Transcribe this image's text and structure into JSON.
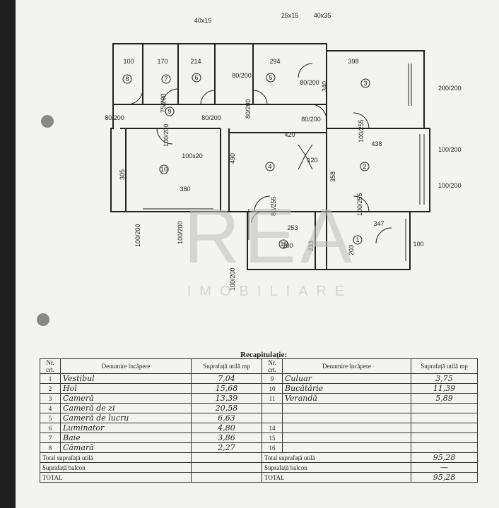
{
  "plan": {
    "room_numbers": {
      "1": "1",
      "2": "2",
      "3": "3",
      "4": "4",
      "5": "5",
      "6": "6",
      "7": "7",
      "8": "8",
      "9": "9",
      "10": "10",
      "11": "11"
    },
    "dims": [
      "40x15",
      "25x15",
      "40x35",
      "100",
      "170",
      "214",
      "294",
      "398",
      "420",
      "438",
      "120",
      "380",
      "253",
      "347",
      "100x20",
      "100",
      "100"
    ],
    "vdims": [
      "340",
      "305",
      "490",
      "358",
      "233",
      "203"
    ],
    "window_specs": [
      "200/200",
      "100/200",
      "100/200"
    ],
    "door_specs": [
      "100/200",
      "80/200",
      "75/200",
      "100/255",
      "80/255",
      "100/255",
      "100/200",
      "100/200",
      "100/200"
    ],
    "door_labels": [
      "80/200",
      "80/200",
      "80/200",
      "80/200",
      "80/200"
    ]
  },
  "watermark": {
    "logo": "REA",
    "subtitle": "IMOBILIARE"
  },
  "recap": {
    "title": "Recapitulație:",
    "headers": {
      "nr": "Nr. crt.",
      "name": "Denumire încăpere",
      "area": "Suprafață utilă mp"
    },
    "rows": [
      {
        "nr": "1",
        "name": "Vestibul",
        "area": "7,04",
        "nr2": "9",
        "name2": "Culuar",
        "area2": "3,75"
      },
      {
        "nr": "2",
        "name": "Hol",
        "area": "15,68",
        "nr2": "10",
        "name2": "Bucătărie",
        "area2": "11,39"
      },
      {
        "nr": "3",
        "name": "Cameră",
        "area": "13,39",
        "nr2": "11",
        "name2": "Verandă",
        "area2": "5,89"
      },
      {
        "nr": "4",
        "name": "Cameră de zi",
        "area": "20,58",
        "nr2": "",
        "name2": "",
        "area2": ""
      },
      {
        "nr": "5",
        "name": "Cameră de lucru",
        "area": "6,63",
        "nr2": "",
        "name2": "",
        "area2": ""
      },
      {
        "nr": "6",
        "name": "Luminator",
        "area": "4,80",
        "nr2": "14",
        "name2": "",
        "area2": ""
      },
      {
        "nr": "7",
        "name": "Baie",
        "area": "3,86",
        "nr2": "15",
        "name2": "",
        "area2": ""
      },
      {
        "nr": "8",
        "name": "Cămară",
        "area": "2,27",
        "nr2": "16",
        "name2": "",
        "area2": ""
      }
    ],
    "footer_left": [
      {
        "label": "Total suprafață utilă"
      },
      {
        "label": "Suprafață balcon"
      },
      {
        "label": "TOTAL"
      }
    ],
    "footer_right": [
      {
        "label": "Total suprafață utilă",
        "value": "95,28"
      },
      {
        "label": "Suprafață balcon",
        "value": "—"
      },
      {
        "label": "TOTAL",
        "value": "95,28"
      }
    ]
  }
}
